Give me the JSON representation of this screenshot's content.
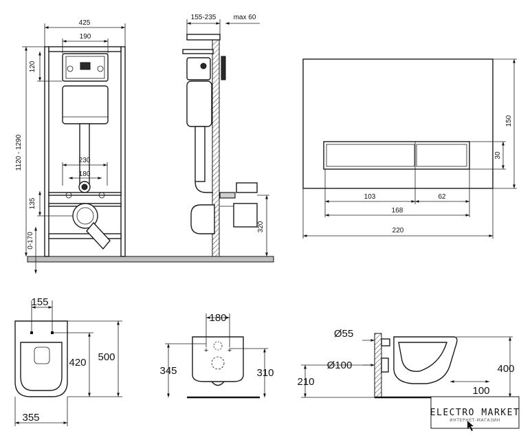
{
  "frame_view": {
    "width": "425",
    "plate_width": "190",
    "height_range": "1120 - 1290",
    "plate_height": "120",
    "stud_spacing": "230",
    "inlet_spacing": "180",
    "outlet_height": "135",
    "floor_range": "0-170"
  },
  "side_view": {
    "depth_range": "155-235",
    "wall_max": "max 60",
    "outlet_height": "320"
  },
  "flush_plate": {
    "height": "150",
    "button_height": "30",
    "button_left": "103",
    "button_right": "62",
    "buttons_total": "168",
    "width": "220"
  },
  "bowl_top": {
    "fixing_spacing": "155",
    "seat_fixing": "420",
    "length": "500",
    "width": "355"
  },
  "bowl_back": {
    "fixing_spacing": "180",
    "fixing_height": "345",
    "inlet_height": "310"
  },
  "bowl_side": {
    "inlet_diameter": "Ø55",
    "outlet_diameter": "Ø100",
    "floor_height": "210",
    "height": "400",
    "outlet_offset": "100"
  },
  "logo": {
    "name": "ELECTRO MARKET",
    "tagline": "ИНТЕРНЕТ-МАГАЗИН"
  }
}
